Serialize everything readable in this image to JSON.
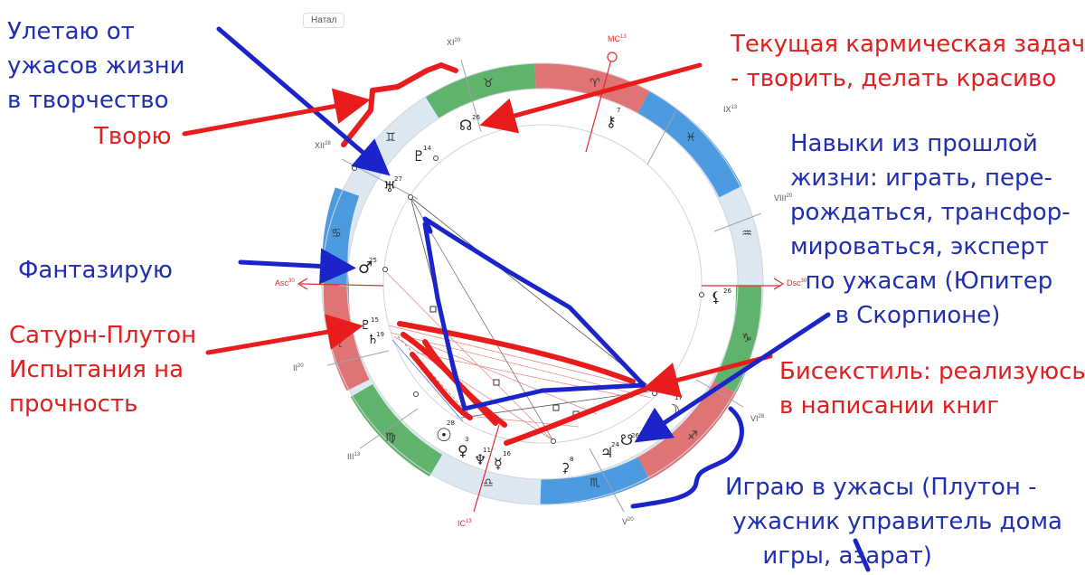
{
  "tag": "Натал",
  "notes": {
    "escape": "Улетаю от\nужасов жизни\nв творчество",
    "create": "Творю",
    "karmic": "Текущая кармическая задача\n- творить, делать красиво",
    "skills": "Навыки из прошлой\nжизни: играть, пере-\nрождаться, трансфор-\nмироваться, эксперт\n  по ужасам (Юпитер\n      в Скорпионе)",
    "fantasy": "Фантазирую",
    "saturn_pluto": "Сатурн-Плутон\nИспытания на\nпрочность",
    "bisextile": "Бисекстиль: реализуюсь\nв написании книг",
    "horror_play": "Играю в ужасы (Плутон -\n ужасник управитель дома\n     игры, азарат)"
  },
  "houses": {
    "XI": {
      "label": "XI",
      "deg": "20"
    },
    "MC": {
      "label": "MC",
      "deg": "13"
    },
    "IX": {
      "label": "IX",
      "deg": "13"
    },
    "XII": {
      "label": "XII",
      "deg": "28"
    },
    "VIII": {
      "label": "VIII",
      "deg": "20"
    },
    "Asc": {
      "label": "Asc",
      "deg": "30"
    },
    "Dsc": {
      "label": "Dsc",
      "deg": "30"
    },
    "II": {
      "label": "II",
      "deg": "20"
    },
    "III": {
      "label": "III",
      "deg": "13"
    },
    "VI": {
      "label": "VI",
      "deg": "28"
    },
    "IC": {
      "label": "IC",
      "deg": "13"
    },
    "V": {
      "label": "V",
      "deg": "20"
    }
  },
  "signs": {
    "taurus": "♉",
    "aries": "♈",
    "pisces": "♓",
    "gemini": "♊",
    "aquarius": "♒",
    "cancer": "♋",
    "capricorn": "♑",
    "leo": "♌",
    "sagittarius": "♐",
    "virgo": "♍",
    "libra": "♎",
    "scorpio": "♏"
  },
  "planets": {
    "node": {
      "glyph": "☊",
      "deg": "26"
    },
    "chiron": {
      "glyph": "⚷",
      "deg": "7"
    },
    "pluto_top": {
      "glyph": "♇",
      "deg": "14"
    },
    "uranus": {
      "glyph": "♅",
      "deg": "27"
    },
    "mars": {
      "glyph": "♂",
      "deg": "25"
    },
    "lilith": {
      "glyph": "⚸",
      "deg": "26"
    },
    "pluto": {
      "glyph": "♇",
      "deg": "15"
    },
    "saturn": {
      "glyph": "♄",
      "deg": "19"
    },
    "moon": {
      "glyph": "☽",
      "deg": "17"
    },
    "sun": {
      "glyph": "☉",
      "deg": "28"
    },
    "venus": {
      "glyph": "♀",
      "deg": "3"
    },
    "neptune": {
      "glyph": "♆",
      "deg": "11"
    },
    "mercury": {
      "glyph": "☿",
      "deg": "16"
    },
    "jupiter": {
      "glyph": "♃",
      "deg": "24"
    },
    "south_node": {
      "glyph": "☋",
      "deg": "26"
    },
    "ceres": {
      "glyph": "⚳",
      "deg": "8"
    }
  },
  "colors": {
    "fire": "#e07474",
    "earth": "#5fb36a",
    "air": "#dde8f3",
    "water": "#4c9be0",
    "annotation_blue": "#1a24c8",
    "annotation_red": "#e81c1c"
  }
}
